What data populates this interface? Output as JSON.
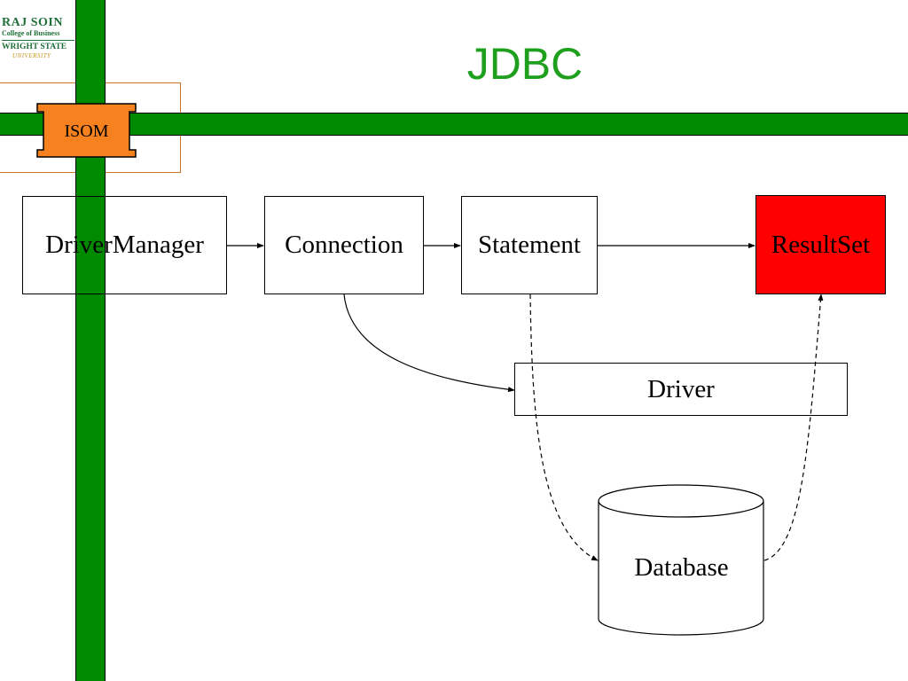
{
  "slide": {
    "title": "JDBC"
  },
  "logo": {
    "line1": "RAJ SOIN",
    "line2": "College of Business",
    "line3": "WRIGHT STATE",
    "line4": "UNIVERSITY"
  },
  "badge": {
    "label": "ISOM"
  },
  "diagram": {
    "nodes": {
      "driver_manager": "DriverManager",
      "connection": "Connection",
      "statement": "Statement",
      "result_set": "ResultSet",
      "driver": "Driver",
      "database": "Database"
    }
  },
  "colors": {
    "bar_green": "#008a00",
    "title_green": "#1ea01e",
    "badge_orange": "#f5821f",
    "result_red": "#ff0000"
  }
}
